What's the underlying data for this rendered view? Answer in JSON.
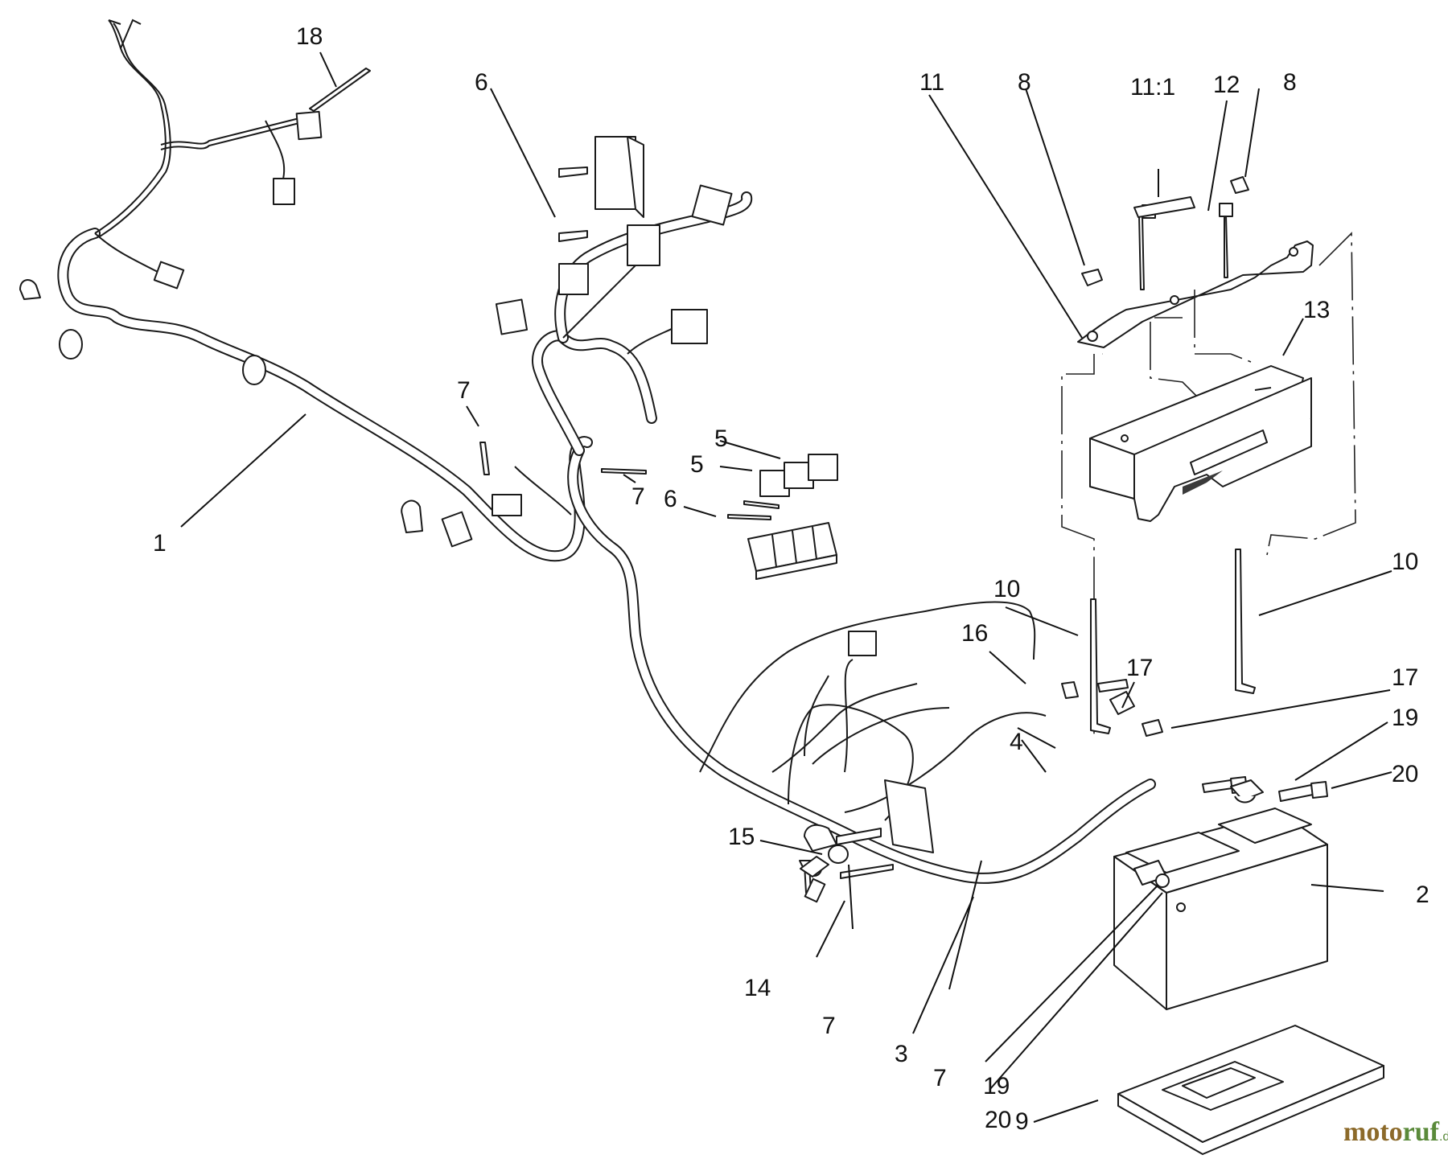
{
  "callouts": {
    "c1": "1",
    "c2": "2",
    "c3": "3",
    "c4": "4",
    "c5a": "5",
    "c5b": "5",
    "c6a": "6",
    "c6b": "6",
    "c7a": "7",
    "c7b": "7",
    "c7c": "7",
    "c7d": "7",
    "c8a": "8",
    "c8b": "8",
    "c9": "9",
    "c10a": "10",
    "c10b": "10",
    "c11": "11",
    "c11_1": "11:1",
    "c12": "12",
    "c13": "13",
    "c14": "14",
    "c15": "15",
    "c16": "16",
    "c17a": "17",
    "c17b": "17",
    "c18": "18",
    "c19a": "19",
    "c19b": "19",
    "c20a": "20",
    "c20b": "20"
  },
  "watermark": {
    "part1": "moto",
    "part2": "ruf",
    "suffix": ".de"
  },
  "colors": {
    "line": "#1a1a1a",
    "watermark_brown": "#8c6a2a",
    "watermark_green": "#5a8a3a"
  }
}
